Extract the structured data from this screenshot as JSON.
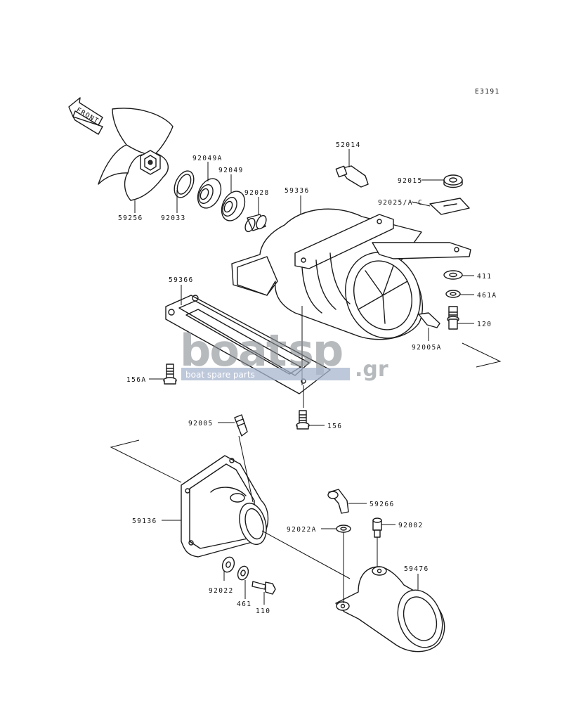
{
  "diagram": {
    "code": "E3191",
    "front_label": "FRONT",
    "parts": {
      "p59256": "59256",
      "p92033": "92033",
      "p92049A": "92049A",
      "p92049": "92049",
      "p92028": "92028",
      "p59336": "59336",
      "p52014": "52014",
      "p92015": "92015",
      "p92025": "92025/A~C",
      "p411": "411",
      "p461A": "461A",
      "p120": "120",
      "p92005A": "92005A",
      "p59366": "59366",
      "p156A": "156A",
      "p156": "156",
      "p92005": "92005",
      "p59266": "59266",
      "p59136": "59136",
      "p92022A": "92022A",
      "p92002": "92002",
      "p59476": "59476",
      "p92022": "92022",
      "p461": "461",
      "p110": "110"
    }
  },
  "watermark": {
    "brand_left": "boat",
    "brand_right": "sp",
    "tld": ".gr",
    "tagline": "boat spare parts"
  },
  "colors": {
    "line": "#1a1a1a",
    "watermark_gray": "#8a9096",
    "watermark_band": "#a8b6cf"
  }
}
